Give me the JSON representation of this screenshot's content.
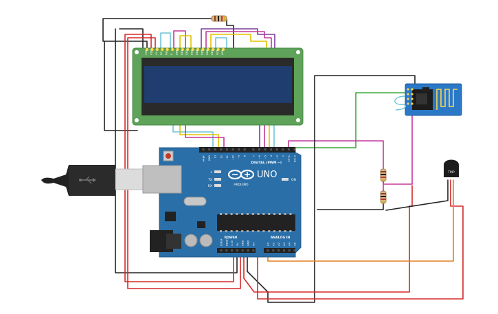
{
  "arduino": {
    "brand": "ARDUINO",
    "model": "UNO",
    "header_digital": "DIGITAL (PWM ~)",
    "header_power": "POWER",
    "header_analog": "ANALOG IN",
    "label_on": "ON",
    "label_l": "L",
    "label_tx": "TX",
    "label_rx": "RX",
    "digital_pins": [
      "AREF",
      "GND",
      "13",
      "12",
      "~11",
      "~10",
      "~9",
      "8",
      "7",
      "~6",
      "~5",
      "4",
      "~3",
      "2",
      "TX→1",
      "RX←0"
    ],
    "power_pins": [
      "IOREF",
      "RESET",
      "3.3V",
      "5V",
      "GND",
      "GND",
      "Vin"
    ],
    "analog_pins": [
      "A0",
      "A1",
      "A2",
      "A3",
      "A4",
      "A5"
    ]
  },
  "lcd": {
    "pins": [
      "VSS",
      "VDD",
      "V0",
      "RS",
      "RW",
      "E",
      "DB0",
      "DB1",
      "DB2",
      "DB3",
      "DB4",
      "DB5",
      "DB6",
      "DB7",
      "LED",
      "LED"
    ]
  },
  "sensor": {
    "label": "TMP"
  },
  "colors": {
    "board": "#2a6fa8",
    "lcd_pcb": "#5fa35a",
    "lcd_screen": "#1f3d6e",
    "esp_board": "#2b78c7",
    "wire_black": "#222222",
    "wire_red": "#d62828",
    "wire_green": "#3aa83a",
    "wire_magenta": "#c2389c",
    "wire_yellow": "#e3c200",
    "wire_cyan": "#6cc4d8",
    "wire_purple": "#7b3aa0",
    "wire_orange": "#e67e22"
  }
}
